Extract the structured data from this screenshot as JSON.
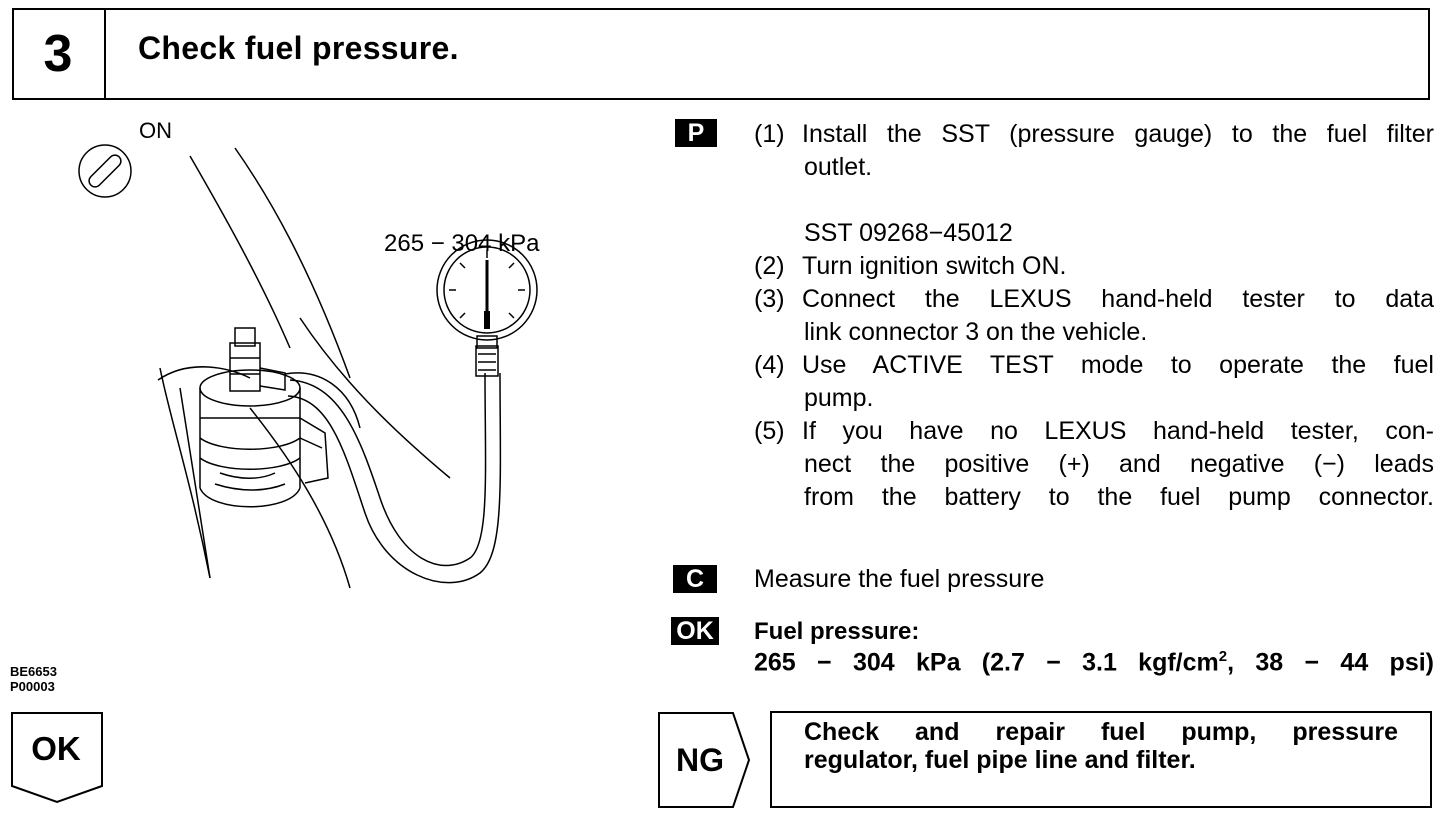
{
  "header": {
    "step_number": "3",
    "title": "Check fuel pressure."
  },
  "illustration": {
    "switch_label": "ON",
    "gauge_label": "265 − 304 kPa",
    "figure_code_1": "BE6653",
    "figure_code_2": "P00003"
  },
  "markers": {
    "p": "P",
    "c": "C",
    "ok": "OK"
  },
  "procedure": {
    "s1_num": "(1)",
    "s1_line1": "Install the SST (pressure gauge) to the fuel filter",
    "s1_line2": "outlet.",
    "sst": "SST 09268−45012",
    "s2_num": "(2)",
    "s2_line1": "Turn ignition switch ON.",
    "s3_num": "(3)",
    "s3_line1": "Connect the LEXUS hand-held tester to data",
    "s3_line2": "link connector 3 on the vehicle.",
    "s4_num": "(4)",
    "s4_line1": "Use ACTIVE TEST mode to operate the fuel",
    "s4_line2": "pump.",
    "s5_num": "(5)",
    "s5_line1": "If you have no LEXUS hand-held tester, con-",
    "s5_line2": "nect the positive (+) and negative (−) leads",
    "s5_line3": "from the battery to the fuel pump connector."
  },
  "check": {
    "text": "Measure the fuel pressure"
  },
  "ok_spec": {
    "label": "Fuel pressure:",
    "value_pre": "265 − 304 kPa (2.7 − 3.1 kgf/cm",
    "value_sup": "2",
    "value_post": ", 38 − 44 psi)"
  },
  "result_ok": {
    "label": "OK"
  },
  "result_ng": {
    "label": "NG",
    "action_line1": "Check and repair fuel pump, pressure",
    "action_line2": "regulator, fuel pipe line and filter."
  }
}
